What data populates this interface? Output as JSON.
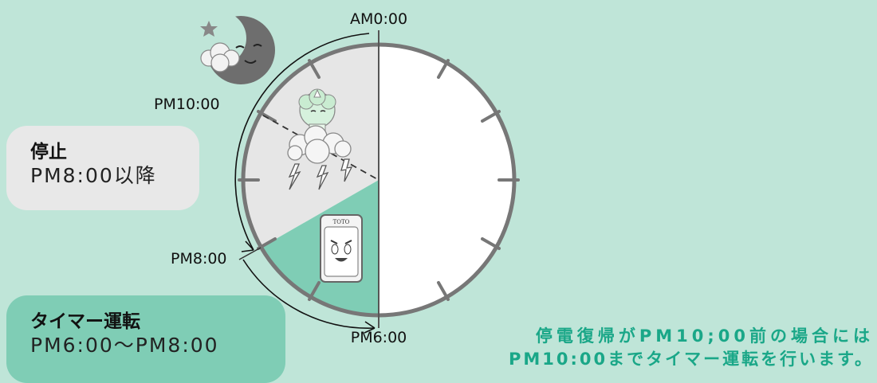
{
  "time_labels": {
    "am0": "AM0:00",
    "pm10": "PM10:00",
    "pm8": "PM8:00",
    "pm6": "PM6:00"
  },
  "stop_box": {
    "title": "停止",
    "subtitle": "PM8:00以降"
  },
  "timer_box": {
    "title": "タイマー運転",
    "subtitle": "PM6:00〜PM8:00"
  },
  "note": {
    "line1": "停電復帰がPM10;00前の場合には",
    "line2": "PM10:00までタイマー運転を行います。"
  },
  "remote_brand": "TOTO",
  "colors": {
    "background": "#bfe5d8",
    "stop_sector": "#e6e6e6",
    "timer_sector": "#7fcdb5",
    "clock_rim": "#777777",
    "note_text": "#1aa788"
  }
}
